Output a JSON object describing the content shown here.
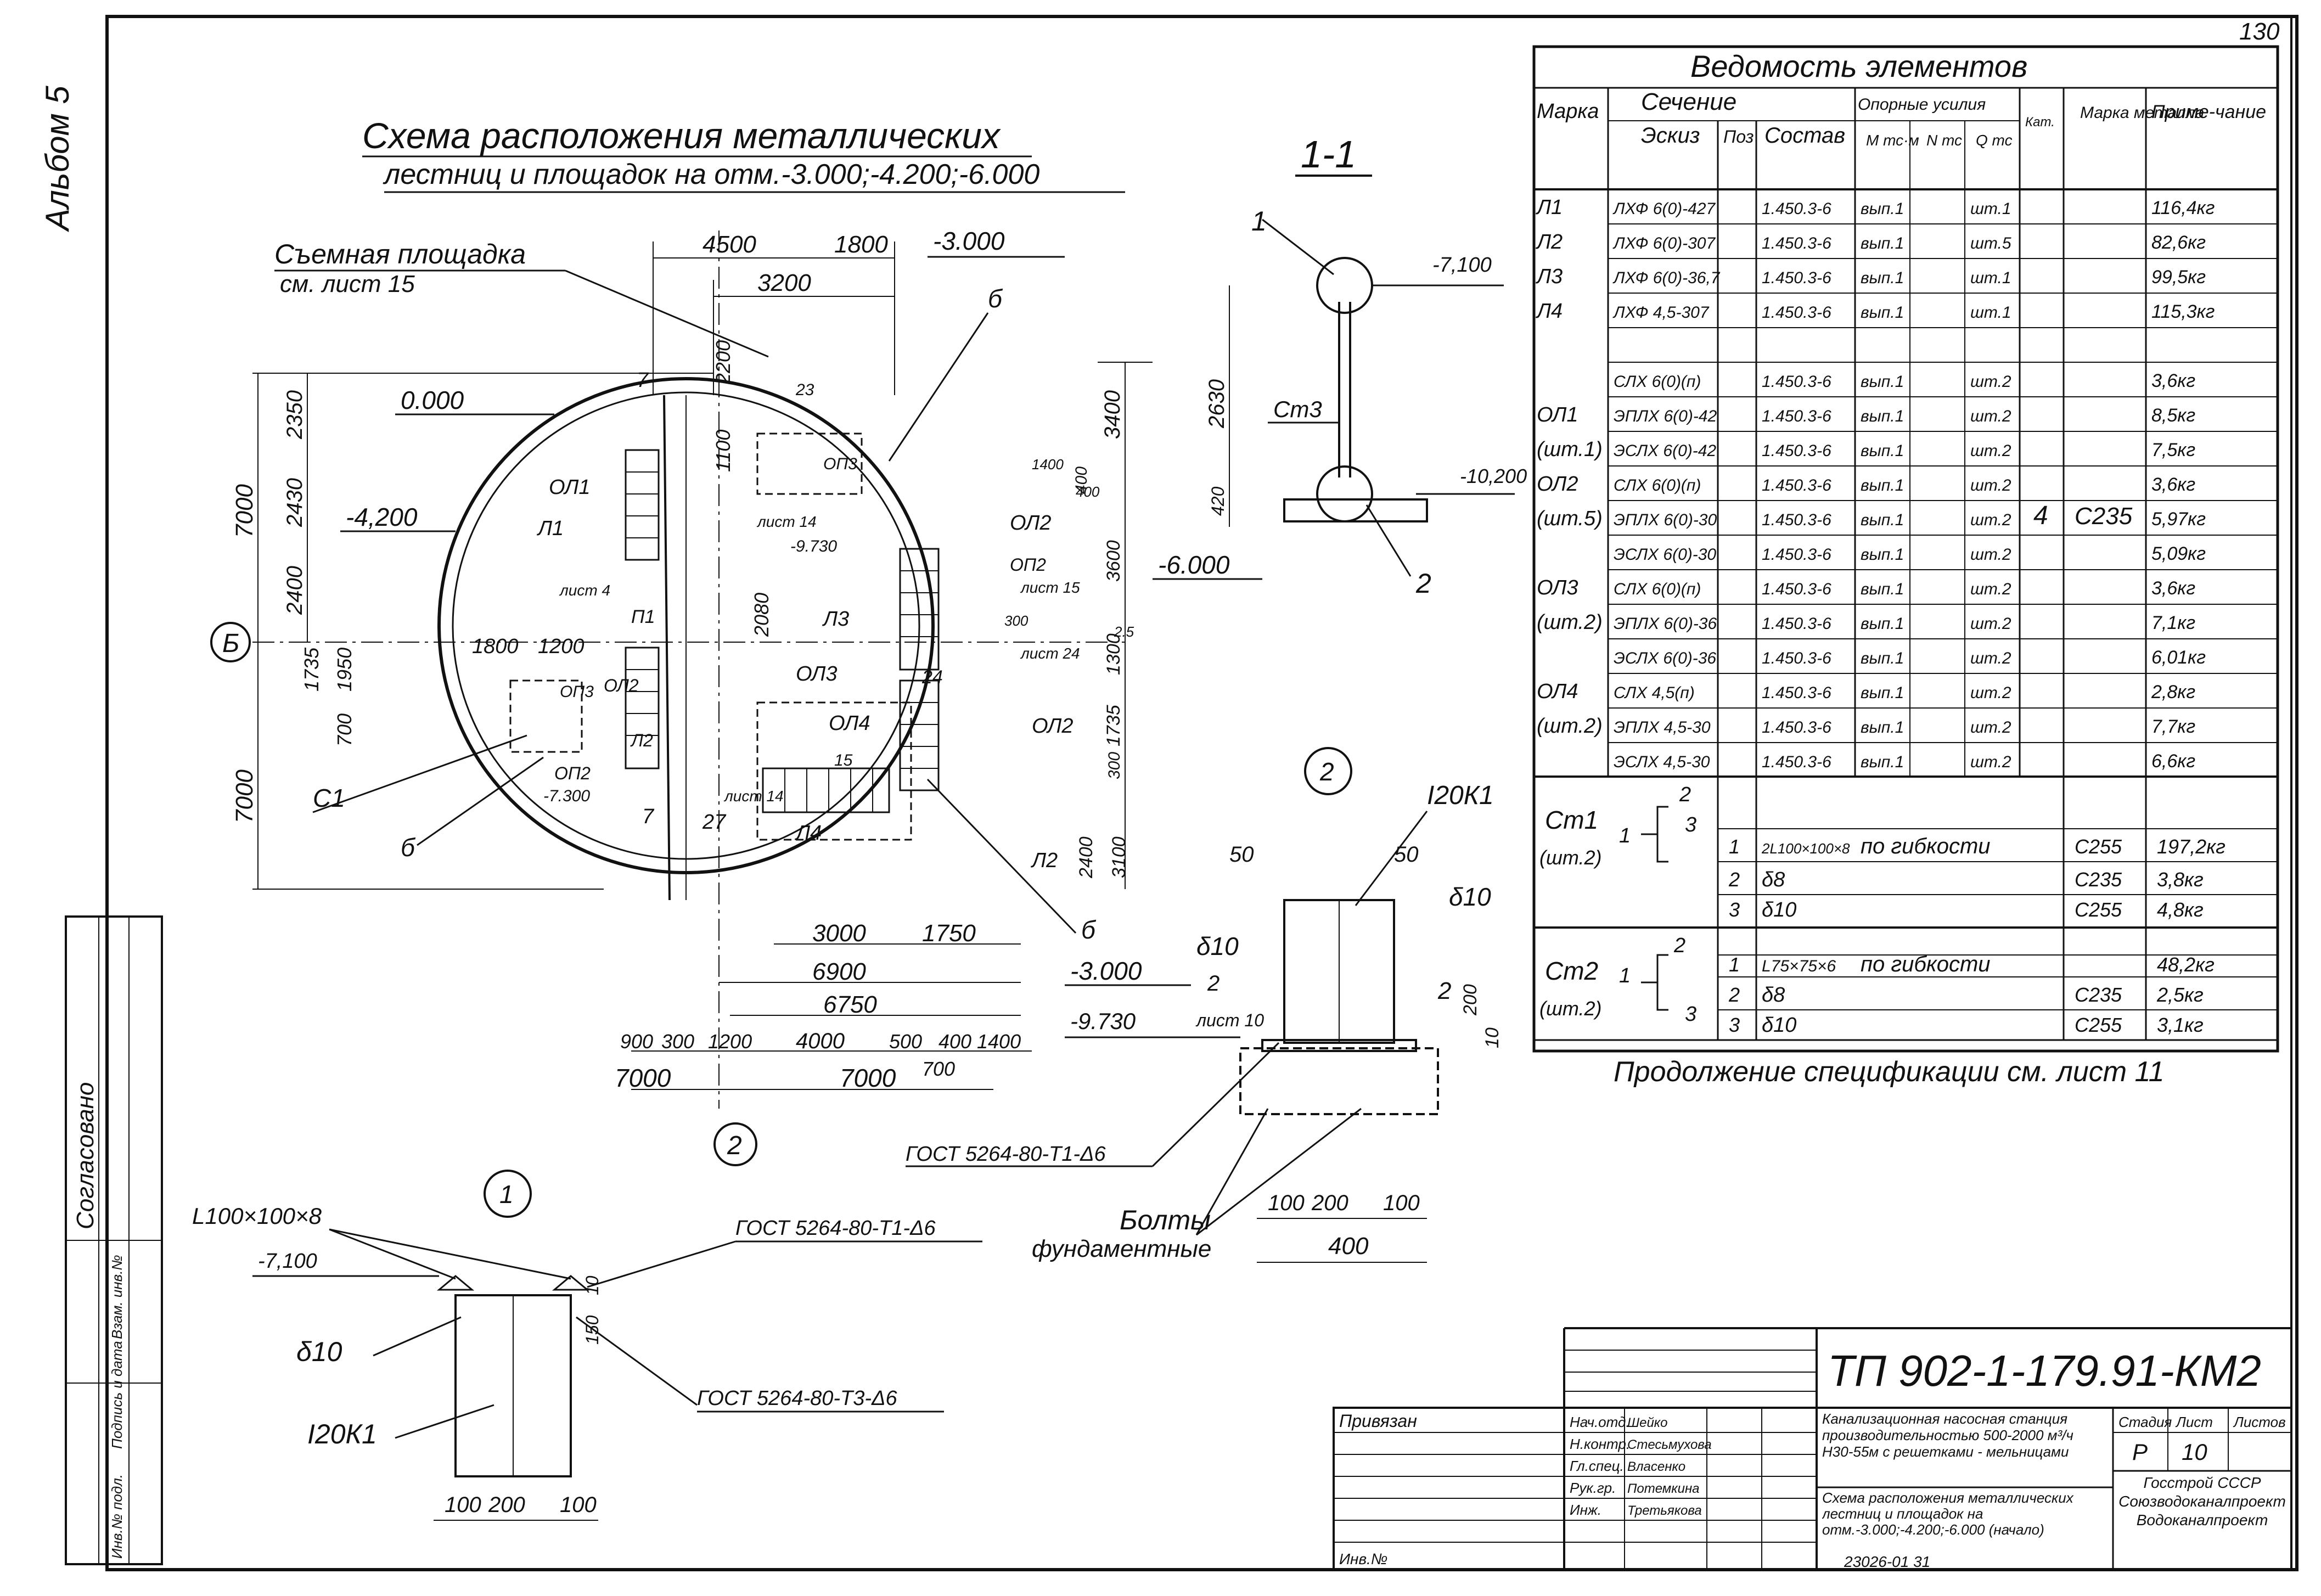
{
  "sheet": {
    "page_number": "130",
    "album": "Альбом 5",
    "code": "ТП 902-1-179.91-КМ2"
  },
  "plan": {
    "title_line1": "Схема расположения металлических",
    "title_line2": "лестниц и площадок на отм.-3.000;-4.200;-6.000",
    "removable_label": "Съемная площадка",
    "removable_ref": "см. лист 15",
    "axis_b": "Б",
    "axis_2": "2",
    "elev_0000": "0.000",
    "elev_m4200": "-4,200",
    "elev_m3000_top": "-3.000",
    "elev_m6000": "-6.000",
    "elev_m3000_bottom": "-3.000",
    "elev_m9730": "-9.730",
    "elev_m7300": "-7.300",
    "label_C1": "С1",
    "label_delta_left": "б",
    "label_delta_top": "б",
    "label_delta_right": "б",
    "labels_misc": [
      "ОЛ1",
      "Л1",
      "ОЛ2",
      "ОП2",
      "П1",
      "Л2",
      "ОП3",
      "ОЛ2",
      "ОЛ3",
      "Л3",
      "ОЛ4",
      "Л4",
      "ОЛ2",
      "Л2",
      "ОП2",
      "ОП3",
      "лист 14",
      "лист 15",
      "лист 24",
      "лист 14",
      "лист 4",
      "27",
      "7",
      "7",
      "24",
      "15",
      "300",
      "400",
      "1400",
      "23",
      "2.5"
    ],
    "dims_top": [
      "4500",
      "1800",
      "3200"
    ],
    "dims_left": [
      "2350",
      "2430",
      "2400",
      "7000",
      "1735",
      "1950",
      "700",
      "7000"
    ],
    "dims_right": [
      "3400",
      "400",
      "3600",
      "1300",
      "1735",
      "300",
      "2400",
      "3100"
    ],
    "dims_inner": [
      "1800",
      "1200",
      "1100",
      "2200",
      "2080"
    ],
    "dims_bottom": [
      "3000",
      "1750",
      "6900",
      "6750",
      "900",
      "300",
      "1200",
      "4000",
      "500",
      "400",
      "1400",
      "700",
      "7000",
      "7000"
    ]
  },
  "section": {
    "title": "1-1",
    "marker_1": "1",
    "marker_2": "2",
    "label_cr3": "Ст3",
    "elev_top": "-7,100",
    "elev_bottom": "-10,200",
    "dim_height": "2630",
    "dim_base": "420"
  },
  "node1": {
    "number": "1",
    "angle": "L100×100×8",
    "elev": "-7,100",
    "gost_top": "ГОСТ 5264-80-Т1-Δ6",
    "gost_bottom": "ГОСТ 5264-80-Т3-Δ6",
    "plate": "δ10",
    "beam": "I20К1",
    "dim_h": "150",
    "dim_h2": "10",
    "dims": [
      "100",
      "200",
      "100"
    ]
  },
  "node2": {
    "number": "2",
    "beam": "I20К1",
    "plate_left": "δ10",
    "plate_right": "δ10",
    "dim_50_left": "50",
    "dim_50_right": "50",
    "ref_marker": "2",
    "ref_sheet": "лист 10",
    "ref_marker_right": "2",
    "dim_200": "200",
    "dim_10": "10",
    "elev": "-9.730",
    "gost": "ГОСТ 5264-80-Т1-Δ6",
    "bolts_line1": "Болты",
    "bolts_line2": "фундаментные",
    "dims": [
      "100",
      "200",
      "100"
    ],
    "dim_total": "400"
  },
  "spec": {
    "title": "Ведомость элементов",
    "headers": {
      "mark": "Марка",
      "section": "Сечение",
      "sketch": "Эскиз",
      "pos": "Поз",
      "composition": "Состав",
      "forces": "Опорные усилия",
      "m": "М тс·м",
      "n": "N тс",
      "q": "Q тс",
      "category": "Кат.",
      "steel": "Марка металла",
      "note": "Приме-чание"
    },
    "rows": [
      {
        "mark": "Л1",
        "comp": "ЛХФ 6(0)-427",
        "ref": "1.450.3-6",
        "m": "вып.1",
        "q": "шт.1",
        "note": "116,4кг"
      },
      {
        "mark": "Л2",
        "comp": "ЛХФ 6(0)-307",
        "ref": "1.450.3-6",
        "m": "вып.1",
        "q": "шт.5",
        "note": "82,6кг"
      },
      {
        "mark": "Л3",
        "comp": "ЛХФ 6(0)-36,7",
        "ref": "1.450.3-6",
        "m": "вып.1",
        "q": "шт.1",
        "note": "99,5кг"
      },
      {
        "mark": "Л4",
        "comp": "ЛХФ 4,5-307",
        "ref": "1.450.3-6",
        "m": "вып.1",
        "q": "шт.1",
        "note": "115,3кг"
      },
      {
        "mark": "",
        "comp": "",
        "ref": "",
        "m": "",
        "q": "",
        "note": ""
      },
      {
        "mark": "",
        "comp": "СЛХ 6(0)(п)",
        "ref": "1.450.3-6",
        "m": "вып.1",
        "q": "шт.2",
        "note": "3,6кг"
      },
      {
        "mark": "ОЛ1",
        "comp": "ЭПЛХ 6(0)-42",
        "ref": "1.450.3-6",
        "m": "вып.1",
        "q": "шт.2",
        "note": "8,5кг"
      },
      {
        "mark": "(шт.1)",
        "comp": "ЭСЛХ 6(0)-42",
        "ref": "1.450.3-6",
        "m": "вып.1",
        "q": "шт.2",
        "note": "7,5кг"
      },
      {
        "mark": "ОЛ2",
        "comp": "СЛХ 6(0)(п)",
        "ref": "1.450.3-6",
        "m": "вып.1",
        "q": "шт.2",
        "note": "3,6кг"
      },
      {
        "mark": "(шт.5)",
        "comp": "ЭПЛХ 6(0)-30",
        "ref": "1.450.3-6",
        "m": "вып.1",
        "q": "шт.2",
        "note": "5,97кг"
      },
      {
        "mark": "",
        "comp": "ЭСЛХ 6(0)-30",
        "ref": "1.450.3-6",
        "m": "вып.1",
        "q": "шт.2",
        "note": "5,09кг"
      },
      {
        "mark": "ОЛ3",
        "comp": "СЛХ 6(0)(п)",
        "ref": "1.450.3-6",
        "m": "вып.1",
        "q": "шт.2",
        "note": "3,6кг"
      },
      {
        "mark": "(шт.2)",
        "comp": "ЭПЛХ 6(0)-36",
        "ref": "1.450.3-6",
        "m": "вып.1",
        "q": "шт.2",
        "note": "7,1кг"
      },
      {
        "mark": "",
        "comp": "ЭСЛХ 6(0)-36",
        "ref": "1.450.3-6",
        "m": "вып.1",
        "q": "шт.2",
        "note": "6,01кг"
      },
      {
        "mark": "ОЛ4",
        "comp": "СЛХ 4,5(п)",
        "ref": "1.450.3-6",
        "m": "вып.1",
        "q": "шт.2",
        "note": "2,8кг"
      },
      {
        "mark": "(шт.2)",
        "comp": "ЭПЛХ 4,5-30",
        "ref": "1.450.3-6",
        "m": "вып.1",
        "q": "шт.2",
        "note": "7,7кг"
      },
      {
        "mark": "",
        "comp": "ЭСЛХ 4,5-30",
        "ref": "1.450.3-6",
        "m": "вып.1",
        "q": "шт.2",
        "note": "6,6кг"
      }
    ],
    "category_value": "4",
    "steel_value": "С235",
    "cr1": {
      "mark": "Ст1",
      "qty": "(шт.2)",
      "sketch_nums": [
        "1",
        "2",
        "3"
      ],
      "rows": [
        {
          "pos": "1",
          "comp": "2L100×100×8",
          "note_text": "по гибкости",
          "steel": "С255",
          "mass": "197,2кг"
        },
        {
          "pos": "2",
          "comp": "δ8",
          "note_text": "",
          "steel": "С235",
          "mass": "3,8кг"
        },
        {
          "pos": "3",
          "comp": "δ10",
          "note_text": "",
          "steel": "С255",
          "mass": "4,8кг"
        }
      ]
    },
    "cr2": {
      "mark": "Ст2",
      "qty": "(шт.2)",
      "sketch_nums": [
        "1",
        "2",
        "3"
      ],
      "rows": [
        {
          "pos": "1",
          "comp": "L75×75×6",
          "note_text": "по гибкости",
          "steel": "",
          "mass": "48,2кг"
        },
        {
          "pos": "2",
          "comp": "δ8",
          "note_text": "",
          "steel": "С235",
          "mass": "2,5кг"
        },
        {
          "pos": "3",
          "comp": "δ10",
          "note_text": "",
          "steel": "С255",
          "mass": "3,1кг"
        }
      ]
    },
    "continuation": "Продолжение спецификации см. лист 11"
  },
  "approval": {
    "title": "Согласовано",
    "rows": [
      "Инв.№ подл.",
      "Подпись и дата",
      "Взам. инв.№"
    ]
  },
  "title_block": {
    "attached": "Привязан",
    "inv": "Инв.№",
    "roles": [
      "Нач.отд.",
      "Н.контр.",
      "Гл.спец.",
      "Рук.гр.",
      "Инж."
    ],
    "names": [
      "Шейко",
      "Стесьмухова",
      "Власенко",
      "Потемкина",
      "Третьякова"
    ],
    "project_desc": "Канализационная насосная станция производительностью 500-2000 м³/ч Н30-55м с решетками - мельницами",
    "sheet_desc": "Схема расположения металлических лестниц и площадок на отм.-3.000;-4.200;-6.000 (начало)",
    "stage_label": "Стадия",
    "sheet_label": "Лист",
    "sheets_label": "Листов",
    "stage": "Р",
    "sheet": "10",
    "org": "Госстрой СССР Союзводоканалпроект Водоканалпроект",
    "number": "23026-01 31"
  }
}
